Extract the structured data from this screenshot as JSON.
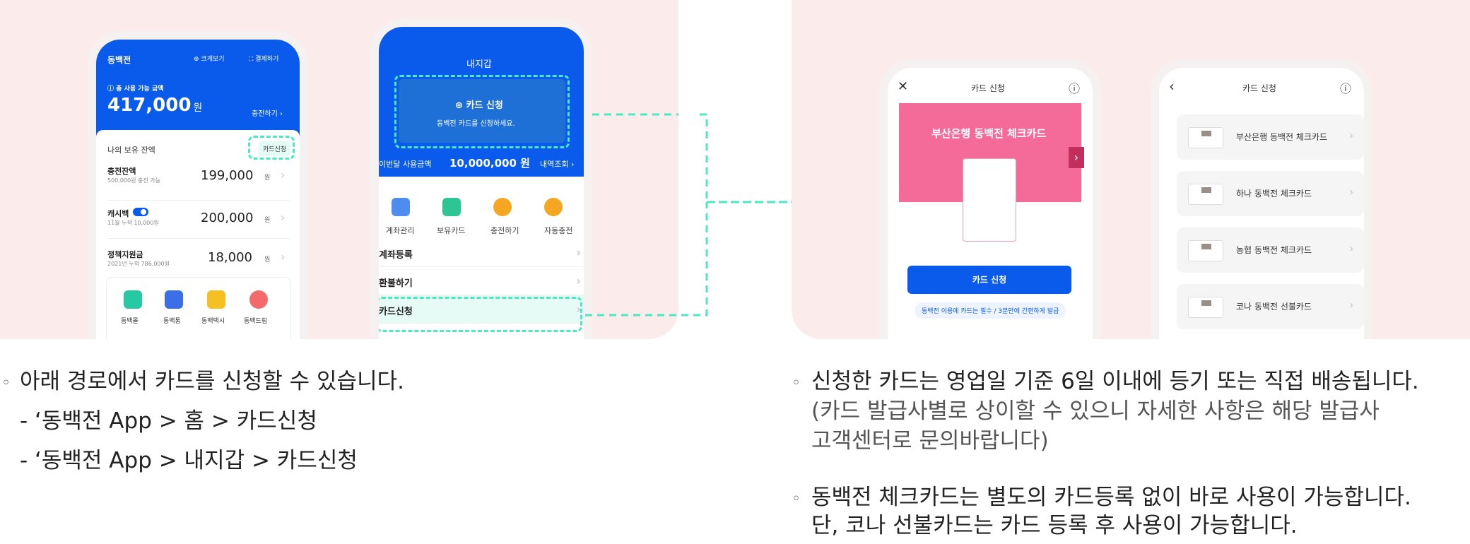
{
  "colors": {
    "brand_blue": "#0a5bec",
    "accent_dash": "#4ee8c0",
    "panel_bg": "#fbeceb",
    "card_pink": "#f46b9a"
  },
  "home": {
    "app_name": "동백전",
    "zoom_label": "크게보기",
    "pay_label": "결제하기",
    "total_label": "총 사용 가능 금액",
    "total_amount": "417,000",
    "won": "원",
    "charge_link": "충전하기",
    "balance_title": "나의 보유 잔액",
    "card_apply_chip": "카드신청",
    "rows": [
      {
        "title": "충전잔액",
        "sub": "500,000원 충전 가능",
        "amount": "199,000"
      },
      {
        "title": "캐시백",
        "sub": "11월 누적 10,000원",
        "amount": "200,000"
      },
      {
        "title": "정책지원금",
        "sub": "2021년 누적 786,000원",
        "amount": "18,000"
      }
    ],
    "services": [
      "동백몰",
      "동백통",
      "동백택시",
      "동백드림"
    ]
  },
  "wallet": {
    "title": "내지갑",
    "apply_title": "카드 신청",
    "apply_sub": "동백전 카드를 신청하세요.",
    "monthly_label": "이번달 사용금액",
    "monthly_amount": "10,000,000 원",
    "history_link": "내역조회",
    "actions": [
      "계좌관리",
      "보유카드",
      "충전하기",
      "자동충전"
    ],
    "menu": [
      "계좌등록",
      "환불하기",
      "카드신청"
    ]
  },
  "apply": {
    "title": "카드 신청",
    "card_title": "부산은행 동백전 체크카드",
    "button": "카드 신청",
    "notice": "동백전 이용에 카드는 필수 / 3분만에 간편하게 발급"
  },
  "list": {
    "title": "카드 신청",
    "items": [
      "부산은행 동백전 체크카드",
      "하나 동백전 체크카드",
      "농협 동백전 체크카드",
      "코나 동백전 선불카드"
    ]
  },
  "captions": {
    "left_main": "아래 경로에서 카드를 신청할 수 있습니다.",
    "left_path1": "- ‘동백전 App > 홈 > 카드신청",
    "left_path2": "- ‘동백전 App > 내지갑 > 카드신청",
    "right1_line1": "신청한 카드는 영업일 기준 6일 이내에 등기 또는 직접 배송됩니다.",
    "right1_line2": "(카드 발급사별로 상이할 수 있으니 자세한 사항은 해당 발급사",
    "right1_line3": "고객센터로 문의바랍니다)",
    "right2_line1": "동백전 체크카드는 별도의 카드등록 없이 바로 사용이 가능합니다.",
    "right2_line2": "단, 코나 선불카드는 카드 등록 후 사용이 가능합니다."
  }
}
